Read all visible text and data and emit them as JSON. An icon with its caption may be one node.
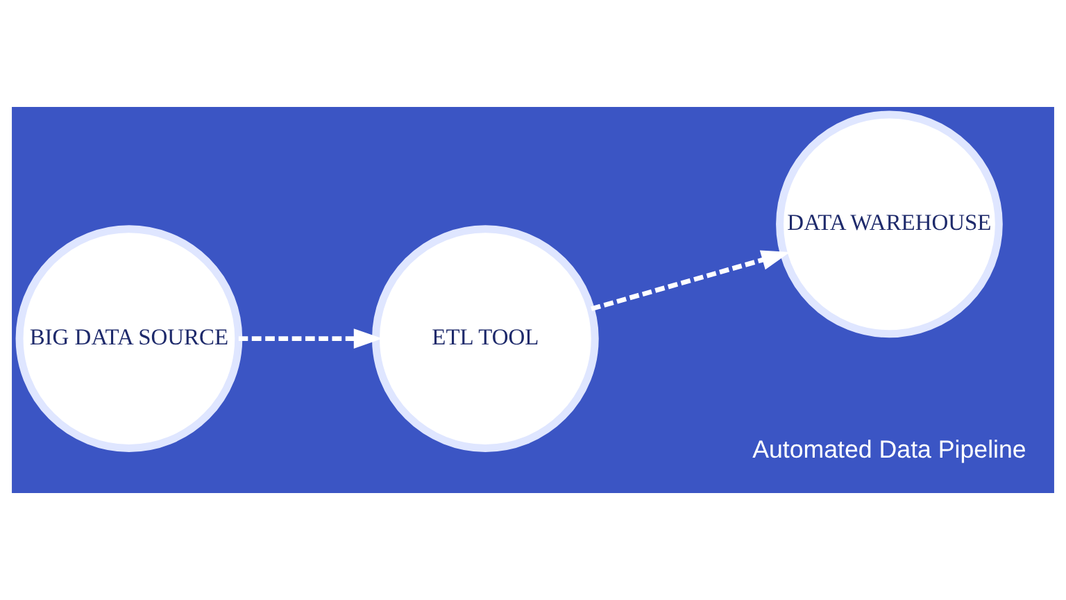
{
  "diagram": {
    "nodes": [
      {
        "text": [
          "BIG DATA SOURCE"
        ]
      },
      {
        "text": [
          "ETL TOOL"
        ]
      },
      {
        "text": [
          "DATA WAREHOUSE"
        ]
      }
    ],
    "edges": [
      {
        "from": 0,
        "to": 1,
        "arrow": "to",
        "style": "dashed"
      },
      {
        "from": 1,
        "to": 2,
        "arrow": "to",
        "style": "dashed"
      }
    ],
    "labels": [
      "Automated Data Pipeline"
    ]
  }
}
